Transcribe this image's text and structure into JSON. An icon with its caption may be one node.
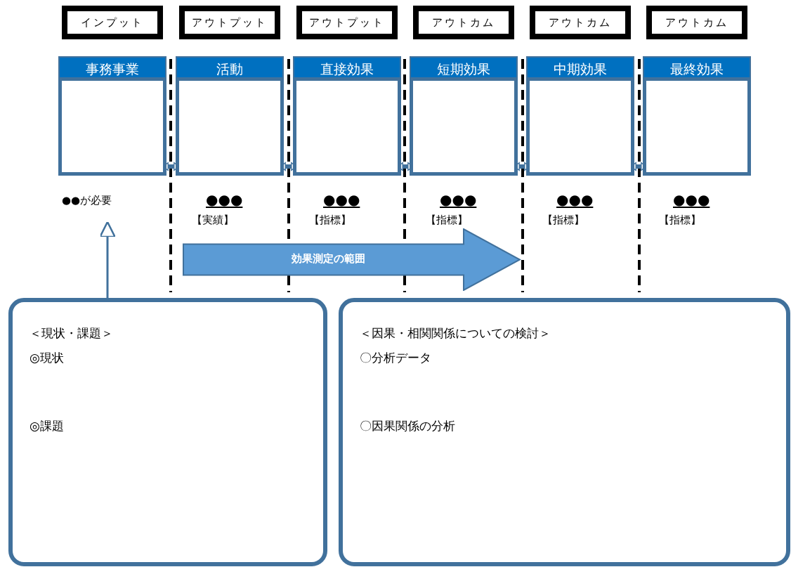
{
  "diagram": {
    "nodes": [
      {
        "text": [
          "インプット"
        ]
      },
      {
        "text": [
          "アウトプット"
        ]
      },
      {
        "text": [
          "アウトプット"
        ]
      },
      {
        "text": [
          "アウトカム"
        ]
      },
      {
        "text": [
          "アウトカム"
        ]
      },
      {
        "text": [
          "アウトカム"
        ]
      },
      {
        "text": [
          "事務事業"
        ]
      },
      {
        "text": [
          "活動"
        ],
        "beside": [
          "●●●",
          "【実績】"
        ]
      },
      {
        "text": [
          "直接効果"
        ],
        "beside": [
          "●●●",
          "【指標】"
        ]
      },
      {
        "text": [
          "短期効果"
        ],
        "beside": [
          "●●●",
          "【指標】"
        ]
      },
      {
        "text": [
          "中期効果"
        ],
        "beside": [
          "●●●",
          "【指標】"
        ]
      },
      {
        "text": [
          "最終効果"
        ],
        "beside": [
          "●●●",
          "【指標】"
        ]
      },
      {
        "text": [
          "●●が必要"
        ]
      },
      {
        "text": [
          "効果測定の範囲"
        ]
      },
      {
        "text": [
          "＜現状・課題＞",
          "◎現状",
          "◎課題"
        ]
      },
      {
        "text": [
          "＜因果・相関関係についての検討＞",
          "〇分析データ",
          "〇因果関係の分析"
        ]
      }
    ],
    "edges": [
      {
        "from": 6,
        "to": 7,
        "arrow": "both"
      },
      {
        "from": 7,
        "to": 8,
        "arrow": "both"
      },
      {
        "from": 8,
        "to": 9,
        "arrow": "both"
      },
      {
        "from": 9,
        "to": 10,
        "arrow": "both"
      },
      {
        "from": 10,
        "to": 11,
        "arrow": "both"
      },
      {
        "from": 14,
        "to": 12,
        "arrow": "to"
      }
    ]
  }
}
